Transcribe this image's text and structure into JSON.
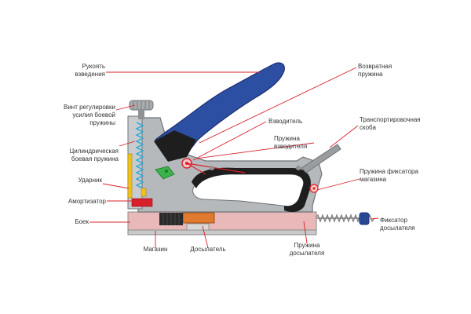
{
  "colors": {
    "leader": "#d8202a",
    "body": "#b6b9bc",
    "body_dark": "#6f7376",
    "handle": "#2d4fa3",
    "handle_dark": "#1d2f6e",
    "black": "#1e1e1e",
    "magazine": "#e9b9b9",
    "pusher": "#e07a2f",
    "spring": "#2aa7d6",
    "green": "#3bb24a",
    "yellow": "#f0c21c",
    "red_part": "#d8202a",
    "text": "#333333"
  },
  "labels": {
    "handle_arm": [
      "Рукоять",
      "взведения"
    ],
    "adjust_screw": [
      "Винт регулировки",
      "усилия боевой",
      "пружины"
    ],
    "main_spring": [
      "Цилиндрическая",
      "боевая пружина"
    ],
    "striker": [
      "Ударник"
    ],
    "damper": [
      "Амортизатор"
    ],
    "firing_pin": [
      "Боек"
    ],
    "magazine": [
      "Магазин"
    ],
    "pusher": [
      "Досылатель"
    ],
    "pusher_spring": [
      "Пружина",
      "досылателя"
    ],
    "pusher_lock": [
      "Фиксатор",
      "досылателя"
    ],
    "magazine_lock_spring": [
      "Пружина фиксатора",
      "магазина"
    ],
    "transport_bracket": [
      "Транспортировочная",
      "скоба"
    ],
    "cocking_spring": [
      "Пружина",
      "взводителя"
    ],
    "cocker": [
      "Взводитель"
    ],
    "return_spring": [
      "Возвратная",
      "пружина"
    ]
  }
}
